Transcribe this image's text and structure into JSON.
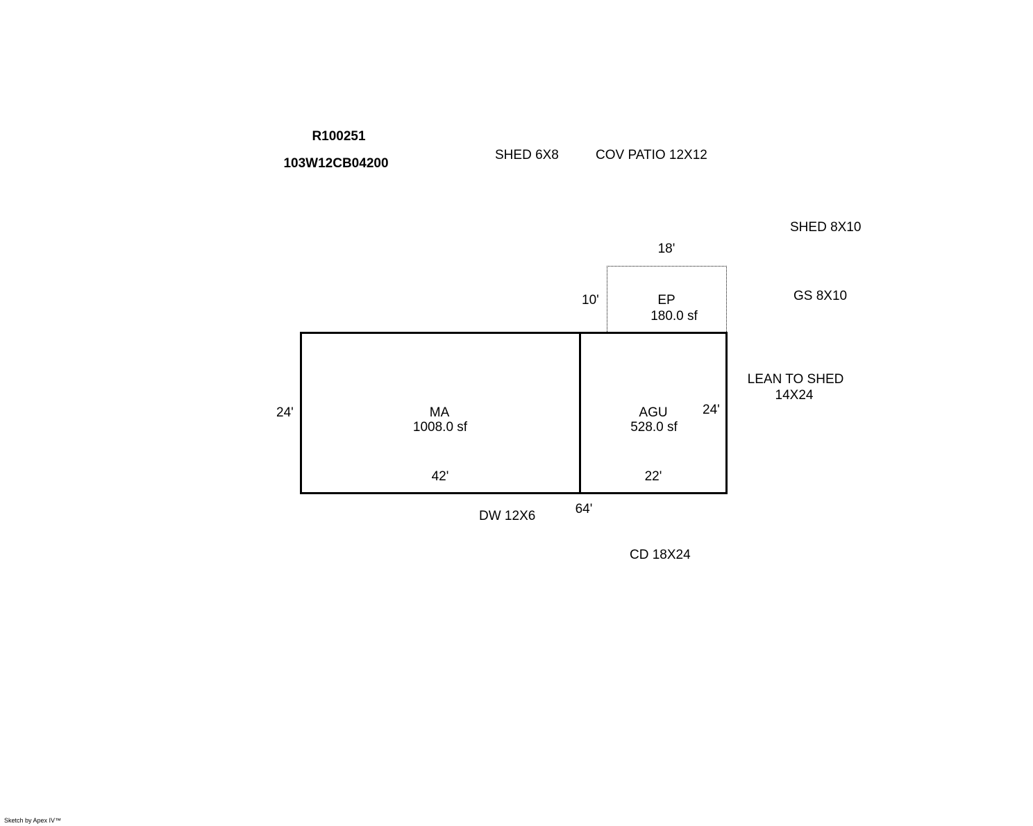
{
  "header": {
    "parcel_id": "R100251",
    "map_number": "103W12CB04200"
  },
  "structures": {
    "shed_6x8": "SHED 6X8",
    "cov_patio": "COV PATIO 12X12",
    "shed_8x10": "SHED 8X10",
    "gs": "GS 8X10",
    "lean_to_shed_1": "LEAN TO SHED",
    "lean_to_shed_2": "14X24",
    "dw": "DW 12X6",
    "cd": "CD 18X24"
  },
  "areas": {
    "ep": {
      "code": "EP",
      "size": "180.0 sf",
      "width": "18'",
      "depth": "10'"
    },
    "ma": {
      "code": "MA",
      "size": "1008.0 sf",
      "width": "42'",
      "depth": "24'"
    },
    "agu": {
      "code": "AGU",
      "size": "528.0 sf",
      "width": "22'",
      "depth": "24'"
    },
    "total_width": "64'"
  },
  "footer": {
    "credit": "Sketch by Apex IV™"
  }
}
